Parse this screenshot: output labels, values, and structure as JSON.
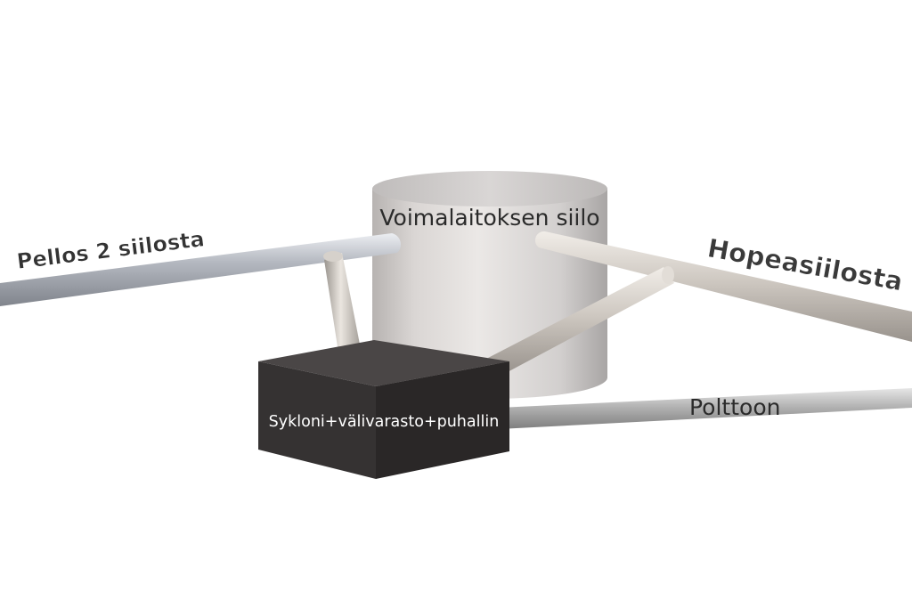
{
  "labels": {
    "silo": "Voimalaitoksen siilo",
    "pellos": "Pellos 2 siilosta",
    "hopea": "Hopeasiilosta",
    "polttoon": "Polttoon",
    "box": "Sykloni+välivarasto+puhallin"
  },
  "colors": {
    "box_front": "#353232",
    "box_side": "#2a2727",
    "box_top": "#4a4646",
    "label_dark": "#2b2b2b",
    "label_light": "#ffffff"
  }
}
